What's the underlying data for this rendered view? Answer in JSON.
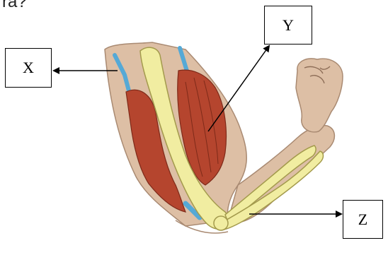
{
  "question_fragment": "ra?",
  "labels": {
    "x": "X",
    "y": "Y",
    "z": "Z"
  },
  "colors": {
    "skin": "#DDBFA5",
    "skin_outline": "#A98A72",
    "bone": "#F1EDA1",
    "bone_outline": "#A39A4C",
    "muscle": "#B5452E",
    "muscle_fiber": "#7E2A19",
    "tendon": "#55A9D6",
    "arrow": "#000000"
  }
}
